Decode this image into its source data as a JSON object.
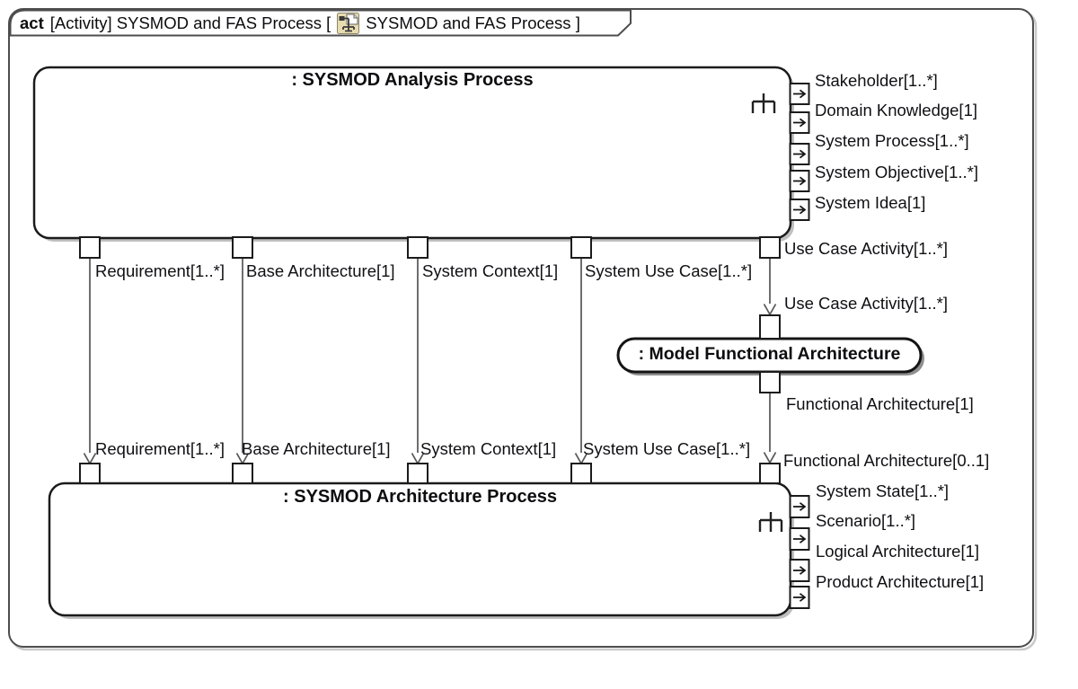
{
  "tab": {
    "keyword": "act",
    "prefix": "[Activity] SYSMOD and FAS Process [",
    "diagram_name": "SYSMOD and FAS Process ]",
    "icon": "activity-diagram-icon"
  },
  "analysis": {
    "title": ": SYSMOD Analysis Process",
    "rake_icon": "rake-icon",
    "pins": [
      "Stakeholder[1..*]",
      "Domain Knowledge[1]",
      "System Process[1..*]",
      "System Objective[1..*]",
      "System Idea[1]"
    ]
  },
  "architecture": {
    "title": ": SYSMOD Architecture Process",
    "rake_icon": "rake-icon",
    "pins": [
      "System State[1..*]",
      "Scenario[1..*]",
      "Logical Architecture[1]",
      "Product Architecture[1]"
    ]
  },
  "mfa": {
    "title": ": Model Functional Architecture"
  },
  "chain": {
    "use_case_out": "Use Case Activity[1..*]",
    "use_case_in": "Use Case Activity[1..*]",
    "func_arch_out": "Functional Architecture[1]",
    "func_arch_in": "Functional Architecture[0..1]"
  },
  "flows": [
    {
      "source_label": "Requirement[1..*]",
      "target_label": "Requirement[1..*]"
    },
    {
      "source_label": "Base Architecture[1]",
      "target_label": "Base Architecture[1]"
    },
    {
      "source_label": "System Context[1]",
      "target_label": "System Context[1]"
    },
    {
      "source_label": "System Use Case[1..*]",
      "target_label": "System Use Case[1..*]"
    }
  ],
  "colors": {
    "frame_border": "#4d4d4d",
    "box_border": "#1b1b1b",
    "arrow": "#565656",
    "shadow": "#bfbfbf",
    "icon_bg": "#e6dcb0",
    "text": "#101014"
  }
}
